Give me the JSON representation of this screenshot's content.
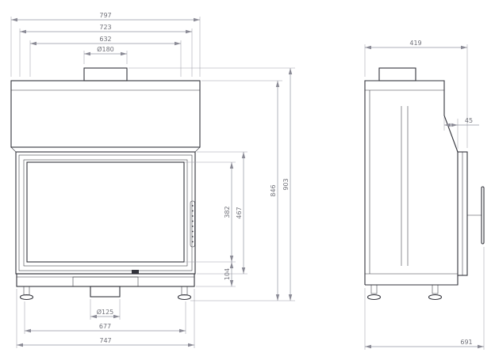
{
  "drawing": {
    "front": {
      "dim_top_outer_width": "797",
      "dim_top_width": "723",
      "dim_hood_width": "632",
      "dim_flue_diameter": "Ø180",
      "dim_glass_height": "382",
      "dim_door_height": "467",
      "dim_base_height": "104",
      "dim_body_height": "846",
      "dim_total_height": "903",
      "dim_outlet_diameter": "Ø125",
      "dim_inner_width": "677",
      "dim_base_width": "747"
    },
    "side": {
      "dim_depth": "419",
      "dim_front_offset": "45",
      "dim_total_depth": "691"
    }
  }
}
